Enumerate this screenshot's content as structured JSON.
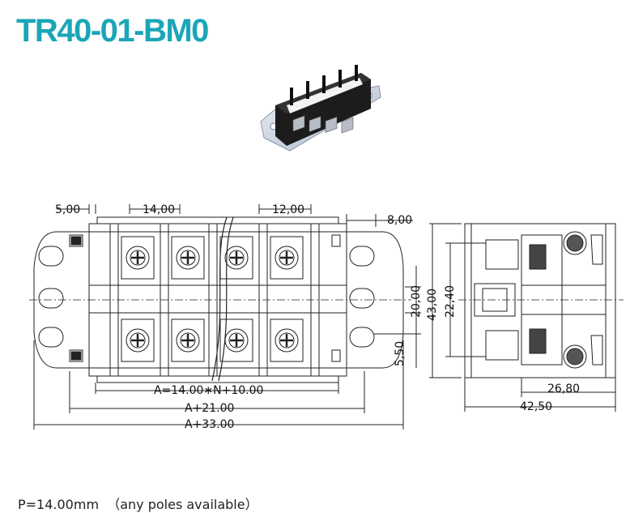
{
  "title": "TR40-01-BM0",
  "footer": {
    "pitch": "P=14.00mm",
    "note": "（any poles available）"
  },
  "product_image": {
    "pole_count": 4
  },
  "dimensions": {
    "end_margin": "5,00",
    "pitch": "14,00",
    "hole_spacing": "12,00",
    "ear_width": "8,00",
    "inner_height": "20,00",
    "mid_height": "22,40",
    "overall_height": "43,00",
    "ear_offset": "5,50",
    "formula_inner": "A=14.00∗N+10.00",
    "formula_mid": "A+21.00",
    "formula_overall": "A+33.00",
    "side_depth": "26,80",
    "side_overall": "42,50"
  },
  "colors": {
    "title": "#1aa6b7",
    "line": "#222222"
  }
}
